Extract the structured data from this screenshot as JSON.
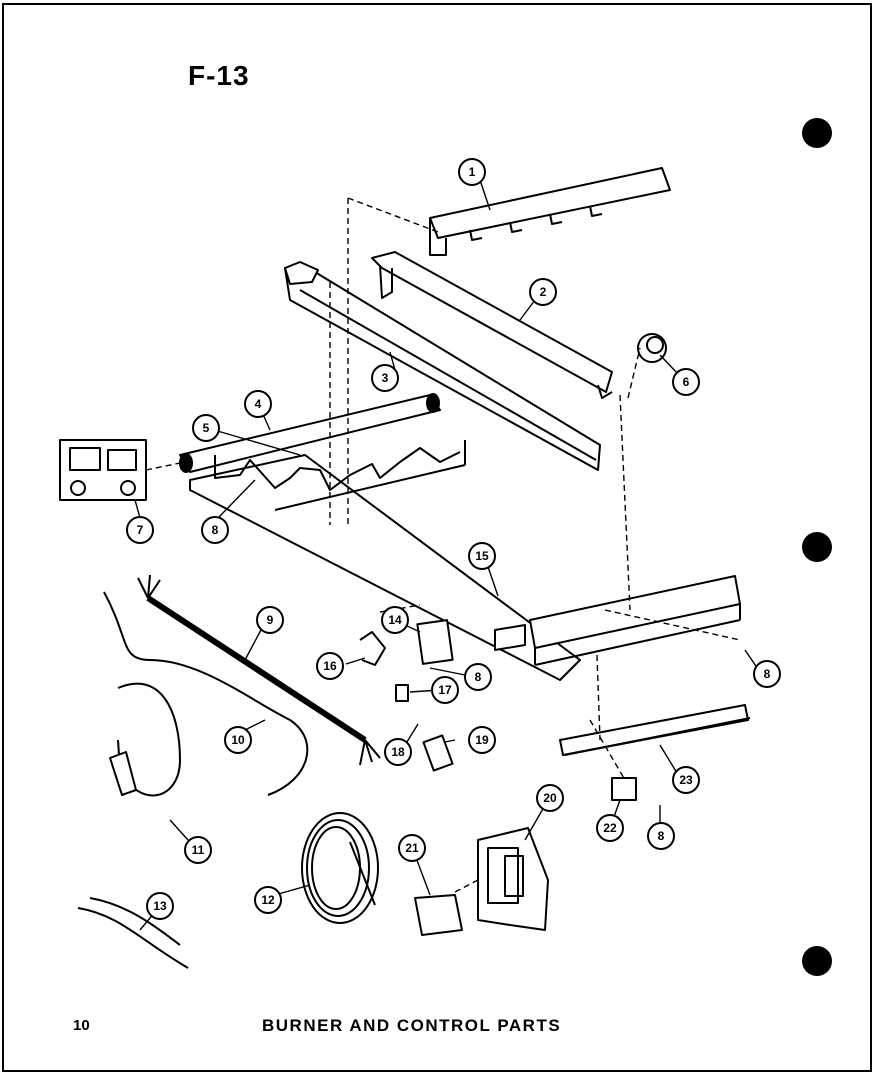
{
  "figure_label": "F-13",
  "caption": "BURNER AND CONTROL PARTS",
  "page_number": "10",
  "callouts": [
    "1",
    "2",
    "3",
    "4",
    "5",
    "6",
    "7",
    "8",
    "8",
    "8",
    "8",
    "8",
    "9",
    "10",
    "11",
    "12",
    "13",
    "14",
    "15",
    "16",
    "17",
    "18",
    "19",
    "20",
    "21",
    "22",
    "23"
  ]
}
